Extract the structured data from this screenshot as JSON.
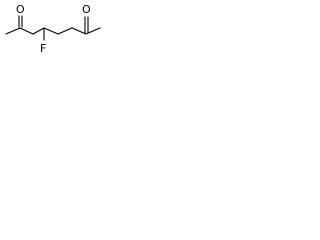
{
  "molecule": {
    "atoms": {
      "oxygen_left": "O",
      "fluorine": "F",
      "oxygen_right": "O"
    },
    "colors": {
      "bond": "#000000",
      "label": "#000000",
      "background": "#ffffff"
    }
  }
}
